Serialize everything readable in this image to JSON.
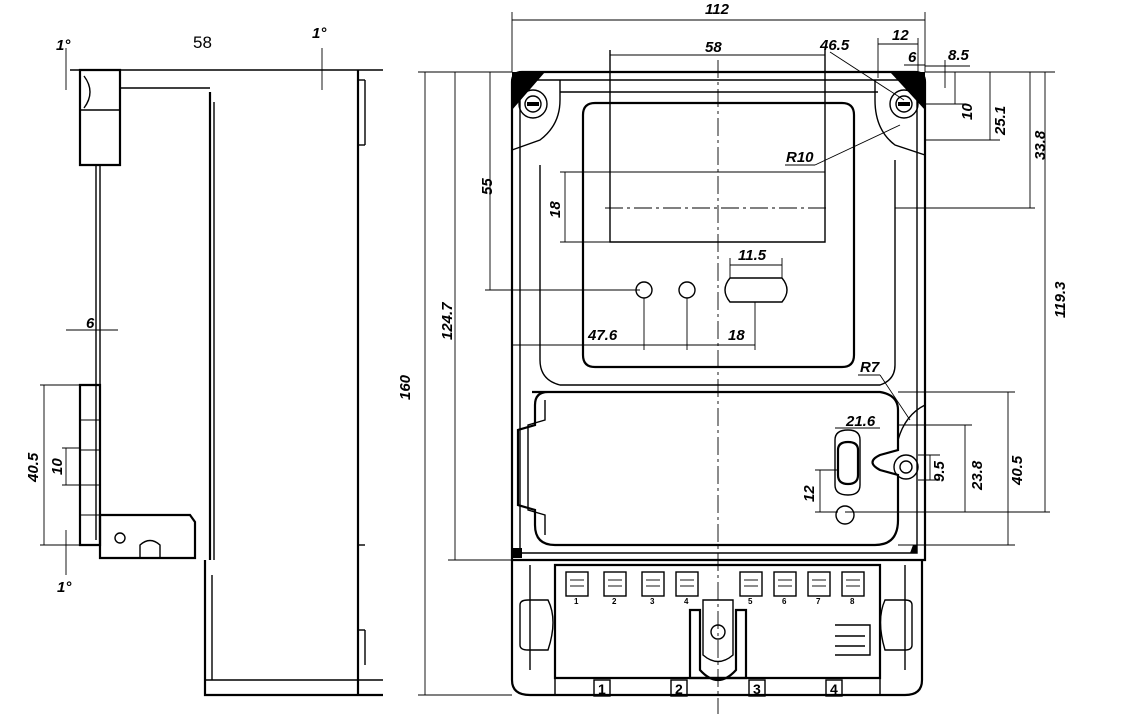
{
  "side_view": {
    "dims": {
      "width_top": "58",
      "angle_top_left": "1°",
      "angle_top_right": "1°",
      "angle_bottom": "1°",
      "depth": "6",
      "height": "40.5",
      "slot": "10"
    }
  },
  "front_view": {
    "dims": {
      "overall_width": "112",
      "overall_height": "160",
      "window_width": "58",
      "hole_offset": "46.5",
      "corner_width": "12",
      "corner_inner": "6",
      "corner_edge": "8.5",
      "corner_v_small": "10",
      "corner_v_mid": "25.1",
      "corner_v_large": "33.8",
      "radius_top": "R10",
      "window_sub_height": "18",
      "led_height": "55",
      "body_height": "124.7",
      "slot_width": "11.5",
      "led_left": "47.6",
      "led_spacing": "18",
      "lower_height": "119.3",
      "radius_bottom": "R7",
      "lock_width": "21.6",
      "lock_v_small": "9.5",
      "lock_v_mid": "23.8",
      "lock_v_large": "40.5",
      "lock_height": "12"
    },
    "terminals": [
      "1",
      "2",
      "3",
      "4"
    ],
    "terminal_marks": [
      "1",
      "2",
      "3",
      "4",
      "5",
      "6",
      "7",
      "8"
    ]
  }
}
